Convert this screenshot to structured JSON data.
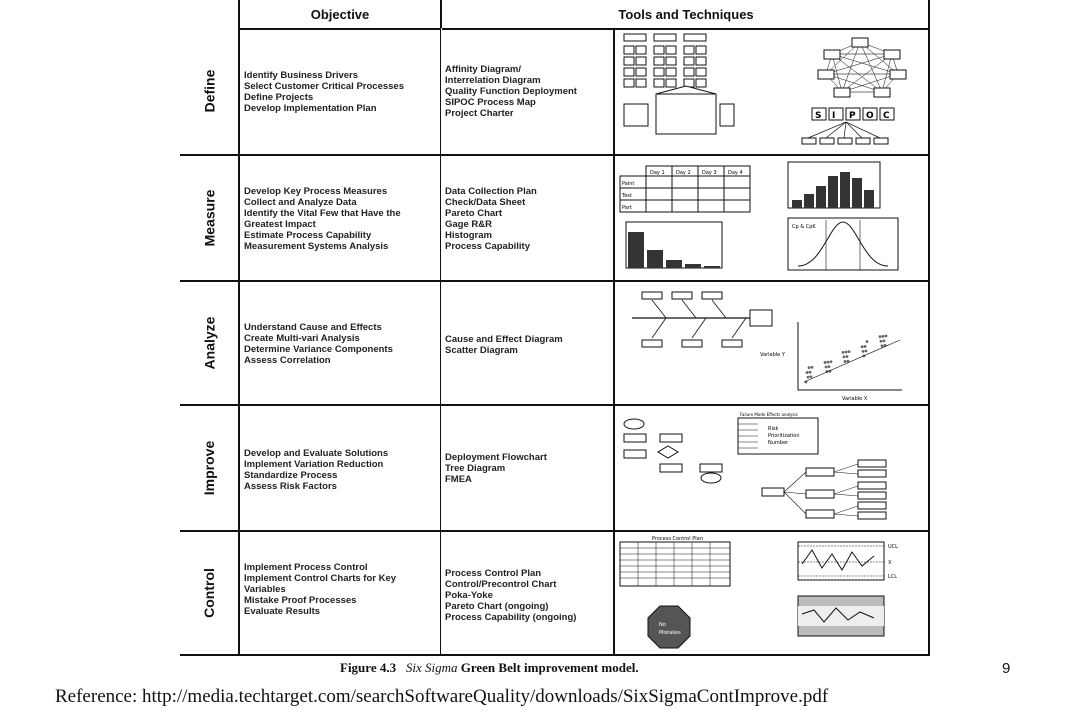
{
  "headers": {
    "objective": "Objective",
    "tools": "Tools and Techniques"
  },
  "rows": [
    {
      "phase": "Define",
      "objectives": [
        "Identify Business Drivers",
        "Select Customer Critical Processes",
        "Define Projects",
        "Develop Implementation Plan"
      ],
      "tools": [
        "Affinity Diagram/",
        "Interrelation Diagram",
        "Quality Function Deployment",
        "SIPOC Process Map",
        "Project Charter"
      ]
    },
    {
      "phase": "Measure",
      "objectives": [
        "Develop Key Process Measures",
        "Collect and Analyze Data",
        "Identify the Vital Few that Have the",
        "Greatest Impact",
        "Estimate Process Capability",
        "Measurement Systems Analysis"
      ],
      "tools": [
        "Data Collection Plan",
        "Check/Data Sheet",
        "Pareto Chart",
        "Gage R&R",
        "Histogram",
        "Process Capability"
      ]
    },
    {
      "phase": "Analyze",
      "objectives": [
        "Understand Cause and Effects",
        "Create Multi-vari Analysis",
        "Determine Variance Components",
        "Assess Correlation"
      ],
      "tools": [
        "Cause and Effect Diagram",
        "Scatter Diagram"
      ]
    },
    {
      "phase": "Improve",
      "objectives": [
        "Develop and Evaluate Solutions",
        "Implement Variation Reduction",
        "Standardize Process",
        "Assess Risk Factors"
      ],
      "tools": [
        "Deployment Flowchart",
        "Tree Diagram",
        "FMEA"
      ]
    },
    {
      "phase": "Control",
      "objectives": [
        "Implement Process Control",
        "Implement Control Charts for Key",
        "Variables",
        "Mistake Proof Processes",
        "Evaluate Results"
      ],
      "tools": [
        "Process Control Plan",
        "Control/Precontrol Chart",
        "Poka-Yoke",
        "Pareto Chart (ongoing)",
        "Process Capability (ongoing)"
      ]
    }
  ],
  "visuals": {
    "sipoc": [
      "S",
      "I",
      "P",
      "O",
      "C"
    ],
    "check_sheet": {
      "cols": [
        "Day 1",
        "Day 2",
        "Day 3",
        "Day 4"
      ],
      "rows": [
        "Paint",
        "Test",
        "Part"
      ]
    },
    "cp_label": "Cp & CpK",
    "scatter": {
      "ylabel": "Variable Y",
      "xlabel": "Variable X"
    },
    "fmea": {
      "title": "Failure Mode Effects analysis",
      "rpn": "Risk\nPrioritization\nNumber"
    },
    "control_plan_title": "Process Control Plan",
    "control_limits": [
      "UCL",
      "X",
      "LCL"
    ],
    "poka_yoke": "No\nMistakes"
  },
  "caption": {
    "figure": "Figure 4.3",
    "italic": "Six Sigma",
    "rest": "Green Belt improvement model."
  },
  "page_number": "9",
  "reference": "Reference: http://media.techtarget.com/searchSoftwareQuality/downloads/SixSigmaContImprove.pdf"
}
